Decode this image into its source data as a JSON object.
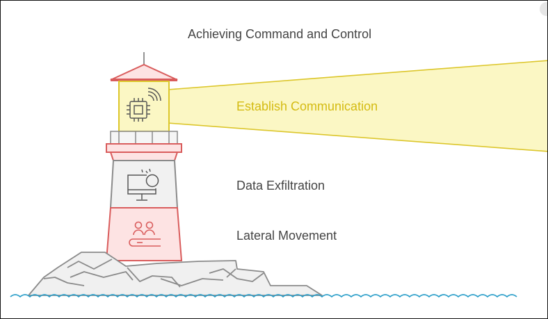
{
  "title": "Achieving Command and Control",
  "layers": [
    {
      "label": "Establish Communication",
      "icon": "chip-signal-icon",
      "color": "#d4bb12"
    },
    {
      "label": "Data Exfiltration",
      "icon": "monitor-alert-icon",
      "color": "#444444"
    },
    {
      "label": "Lateral Movement",
      "icon": "people-movement-icon",
      "color": "#444444"
    }
  ],
  "colors": {
    "beam_fill": "#fbf7c4",
    "beam_stroke": "#dcc62a",
    "tower_red": "#d95c5c",
    "tower_pink": "#fde3e3",
    "tower_gray": "#f1f1f1",
    "rock_fill": "#f0f0f0",
    "rock_stroke": "#8a8a8a",
    "water": "#2a9ec9"
  }
}
